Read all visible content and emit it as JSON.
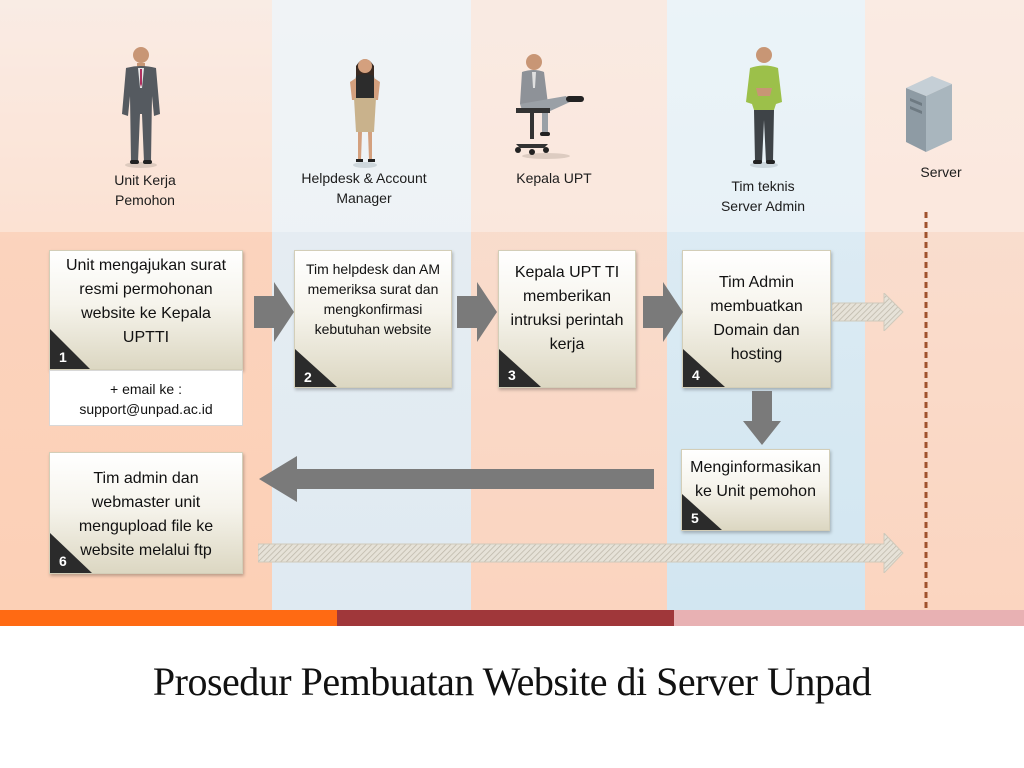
{
  "title": "Prosedur Pembuatan Website di Server Unpad",
  "actors": [
    {
      "label": "Unit Kerja\nPemohon",
      "icon": "businessman-figure"
    },
    {
      "label": "Helpdesk & Account\nManager",
      "icon": "businesswoman-figure"
    },
    {
      "label": "Kepala UPT",
      "icon": "seated-executive-figure"
    },
    {
      "label": "Tim teknis\nServer Admin",
      "icon": "technician-figure"
    },
    {
      "label": "Server",
      "icon": "server-tower-icon"
    }
  ],
  "steps": [
    {
      "number": "1",
      "text": "Unit mengajukan surat resmi permohonan website ke Kepala UPTTI"
    },
    {
      "number": "2",
      "text": "Tim helpdesk dan AM memeriksa surat dan mengkonfirmasi kebutuhan website"
    },
    {
      "number": "3",
      "text": "Kepala UPT TI memberikan intruksi perintah kerja"
    },
    {
      "number": "4",
      "text": "Tim Admin membuatkan Domain dan hosting"
    },
    {
      "number": "5",
      "text": "Menginformasikan ke Unit pemohon"
    },
    {
      "number": "6",
      "text": "Tim admin dan webmaster unit mengupload file ke website melalui ftp"
    }
  ],
  "step1_note": "+ email ke :\nsupport@unpad.ac.id",
  "colors": {
    "accent_orange": "#ff6a13",
    "accent_maroon": "#a0373a",
    "accent_pink": "#e8b1b3",
    "arrow_gray": "#7a7a7a",
    "server_line": "#a0522d"
  }
}
